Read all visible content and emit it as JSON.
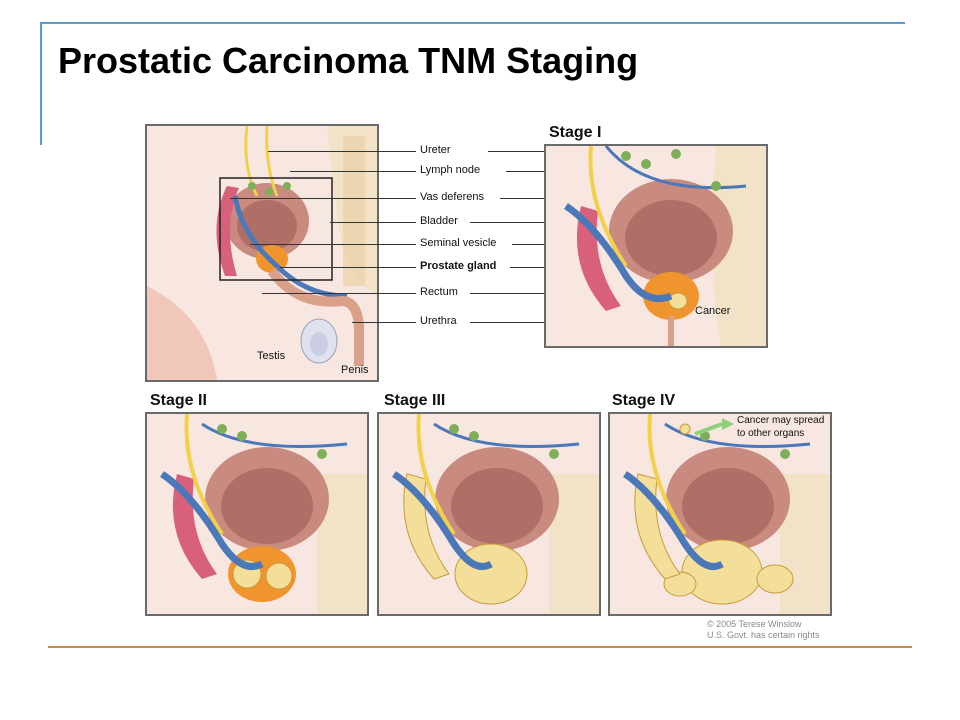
{
  "slide": {
    "title": "Prostatic Carcinoma TNM Staging"
  },
  "overview": {
    "labels": {
      "ureter": "Ureter",
      "lymph_node": "Lymph node",
      "vas_deferens": "Vas deferens",
      "bladder": "Bladder",
      "seminal_vesicle": "Seminal vesicle",
      "prostate_gland": "Prostate gland",
      "rectum": "Rectum",
      "urethra": "Urethra",
      "testis": "Testis",
      "penis": "Penis"
    }
  },
  "stages": {
    "stage1": {
      "title": "Stage I",
      "label": "Cancer"
    },
    "stage2": {
      "title": "Stage II"
    },
    "stage3": {
      "title": "Stage III"
    },
    "stage4": {
      "title": "Stage IV",
      "label_line1": "Cancer may spread",
      "label_line2": "to other organs"
    }
  },
  "credit": {
    "line1": "© 2005 Terese Winslow",
    "line2": "U.S. Govt. has certain rights"
  },
  "colors": {
    "frame": "#5b9bc8",
    "rule": "#c58a3a",
    "bladder": "#c98a80",
    "prostate": "#f0952e",
    "tumor": "#f3df9a",
    "vas": "#4a78b8",
    "ureter": "#f2d14a",
    "vesicle": "#d9607a"
  }
}
